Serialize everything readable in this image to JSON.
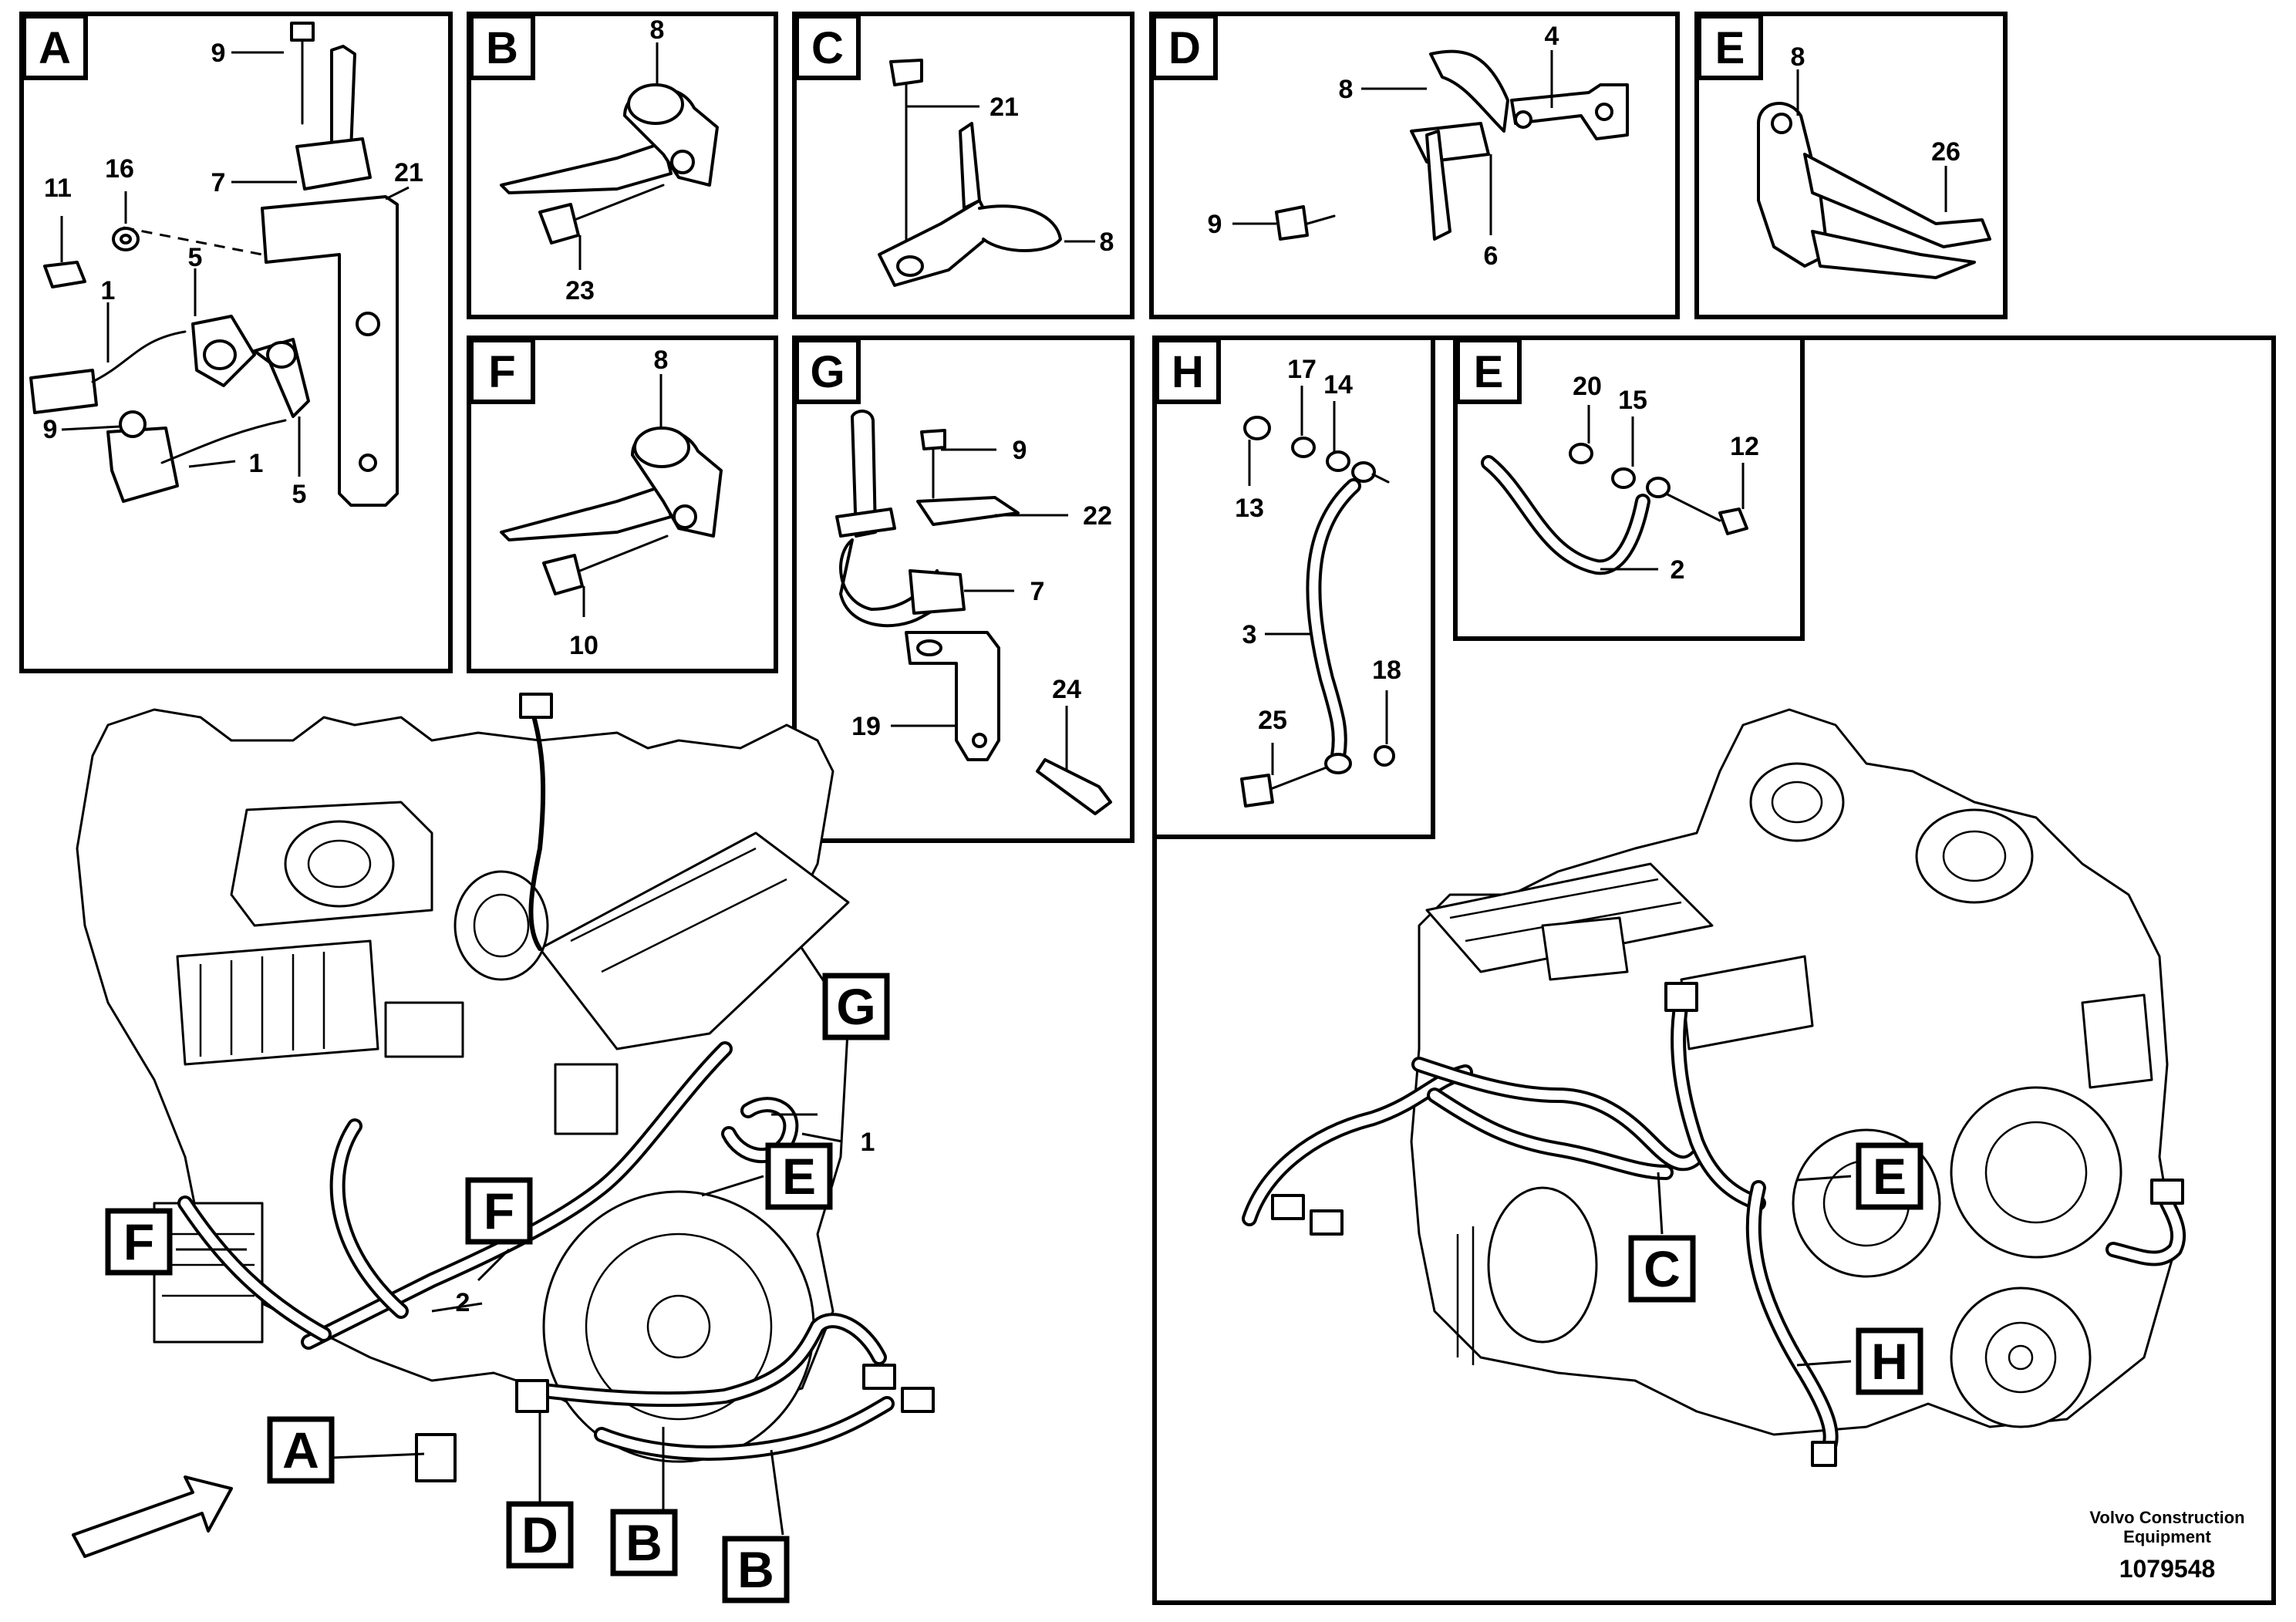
{
  "panels": {
    "A": {
      "letter": "A",
      "labels": [
        "9",
        "7",
        "16",
        "11",
        "21",
        "5",
        "1",
        "9",
        "1",
        "5"
      ]
    },
    "B": {
      "letter": "B",
      "labels": [
        "8",
        "23"
      ]
    },
    "C": {
      "letter": "C",
      "labels": [
        "21",
        "8"
      ]
    },
    "D": {
      "letter": "D",
      "labels": [
        "4",
        "8",
        "9",
        "6"
      ]
    },
    "E_top": {
      "letter": "E",
      "labels": [
        "8",
        "26"
      ]
    },
    "F": {
      "letter": "F",
      "labels": [
        "8",
        "10"
      ]
    },
    "G": {
      "letter": "G",
      "labels": [
        "9",
        "22",
        "7",
        "24",
        "19"
      ]
    },
    "H": {
      "letter": "H",
      "labels": [
        "17",
        "14",
        "13",
        "3",
        "18",
        "25"
      ]
    },
    "E_mid": {
      "letter": "E",
      "labels": [
        "20",
        "15",
        "12",
        "2"
      ]
    }
  },
  "left_engine": {
    "callouts": [
      "G",
      "E",
      "F",
      "F",
      "A",
      "D",
      "B",
      "B"
    ],
    "labels": [
      "1",
      "2"
    ]
  },
  "right_engine": {
    "callouts": [
      "E",
      "C",
      "H"
    ]
  },
  "credit": {
    "line1": "Volvo Construction",
    "line2": "Equipment",
    "doc_number": "1079548"
  }
}
